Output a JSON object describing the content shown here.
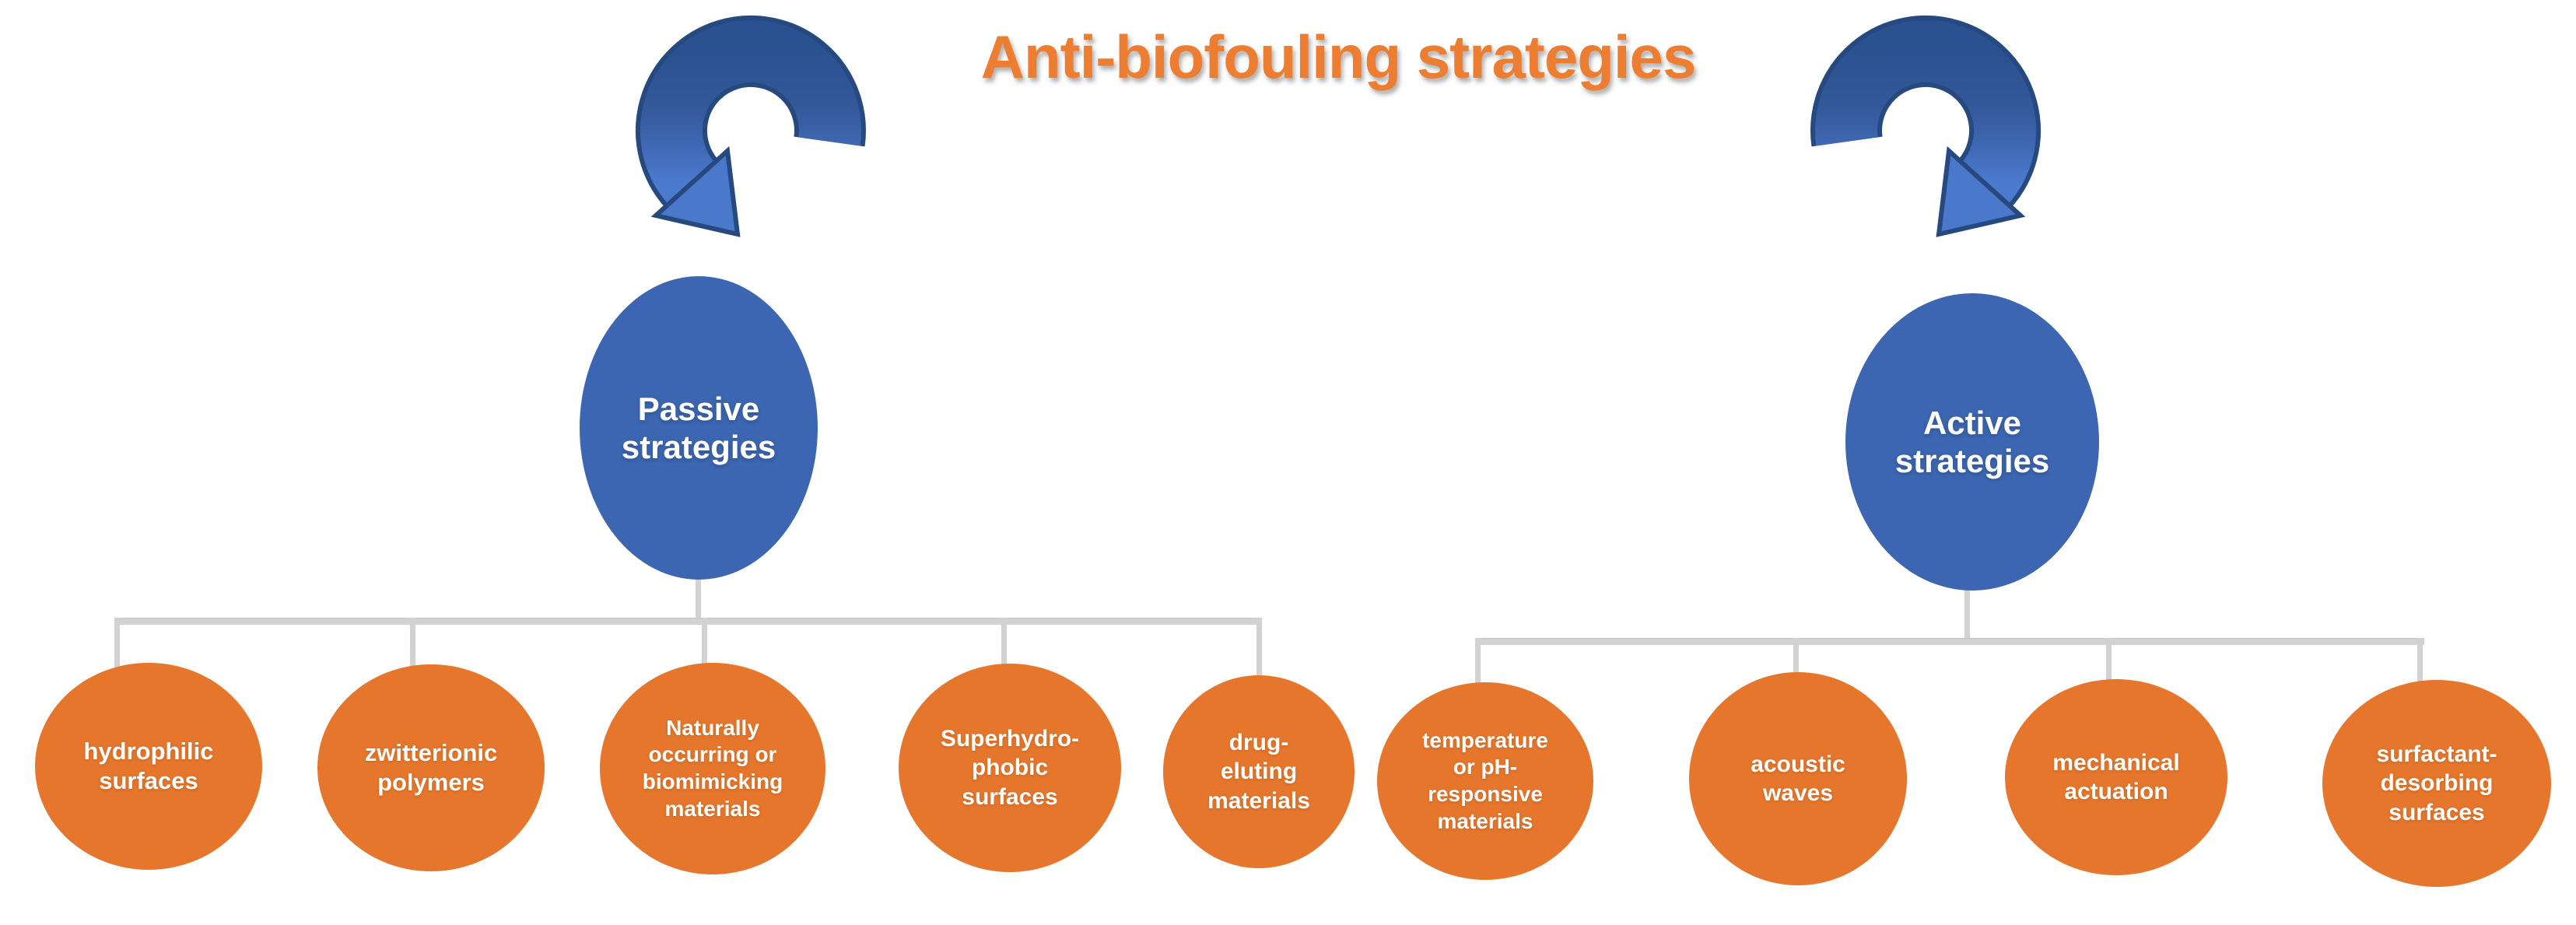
{
  "diagram": {
    "title": "Anti-biofouling strategies",
    "branches": [
      {
        "id": "passive",
        "label": "Passive\nstrategies",
        "children": [
          "hydrophilic\nsurfaces",
          "zwitterionic\npolymers",
          "Naturally\noccurring or\nbiomimicking\nmaterials",
          "Superhydro-\nphobic\nsurfaces",
          "drug-\neluting\nmaterials"
        ]
      },
      {
        "id": "active",
        "label": "Active\nstrategies",
        "children": [
          "temperature\nor pH-\nresponsive\nmaterials",
          "acoustic\nwaves",
          "mechanical\nactuation",
          "surfactant-\ndesorbing\nsurfaces"
        ]
      }
    ],
    "colors": {
      "title_orange": "#ed7d31",
      "branch_node_blue": "#3c66b1",
      "leaf_orange": "#e5762c",
      "connector_gray": "#d2d2d2",
      "arrow_blue_light": "#4a78ca",
      "arrow_blue_dark": "#2a5190",
      "arrow_outline": "#26497f",
      "background": "#ffffff",
      "text_white": "#ffffff"
    }
  }
}
